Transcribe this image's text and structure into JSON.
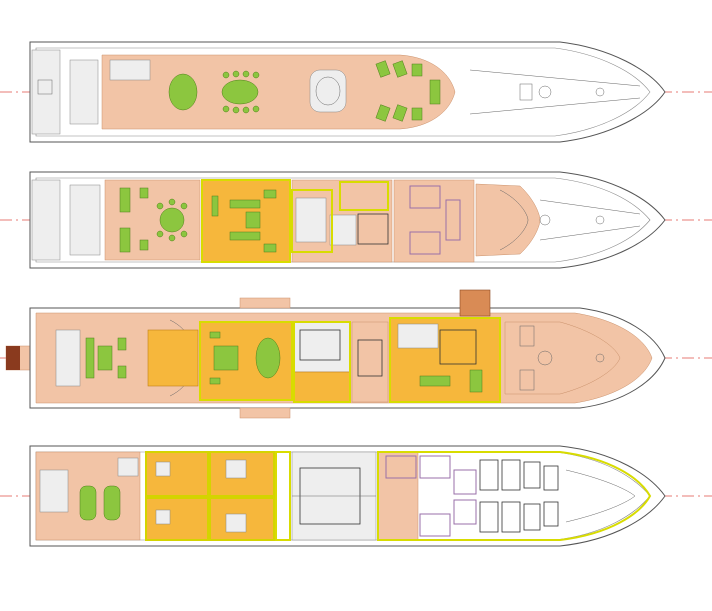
{
  "colors": {
    "teak": "#f2c4a6",
    "saloon": "#f6b73c",
    "sofa": "#8cc63f",
    "yellow_line": "#d8dc00",
    "centerline": "#e0504a",
    "purple_line": "#9a6fa8"
  },
  "decks": [
    {
      "id": "sun-deck"
    },
    {
      "id": "bridge-deck"
    },
    {
      "id": "main-deck"
    },
    {
      "id": "lower-deck"
    }
  ]
}
